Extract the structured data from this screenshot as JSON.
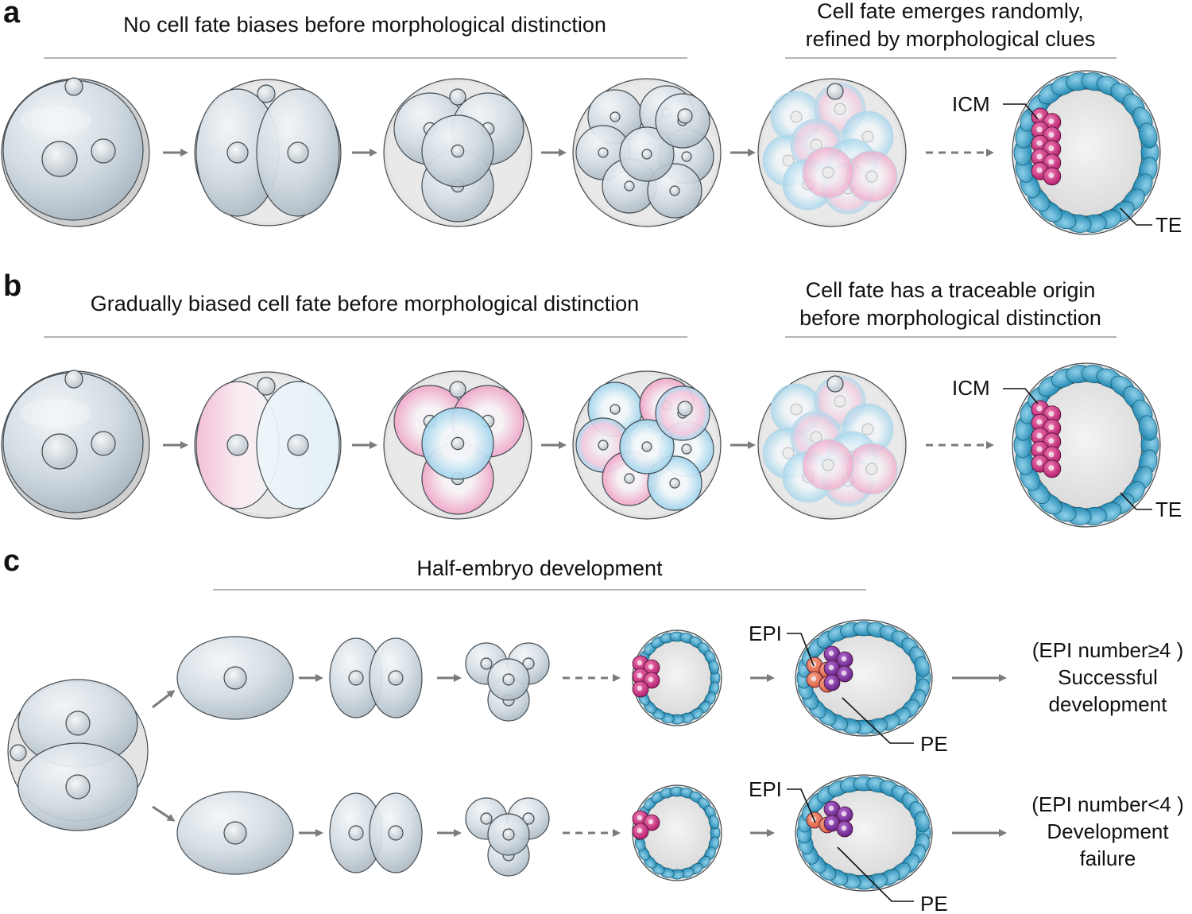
{
  "colors": {
    "cell_fill": "#cfd8df",
    "cell_stroke": "#444c52",
    "zona_fill": "#e2e2e2",
    "te_cell": "#2f9cc4",
    "icm_cell": "#d0287d",
    "epi_cell": "#e8765a",
    "pe_cell": "#7d2f9e",
    "pink_tint": "#f6c7dc",
    "blue_tint": "#bde2f1",
    "rule_line": "#b5b5b5",
    "arrow": "#7b7b7b"
  },
  "panels": {
    "a": {
      "letter": "a",
      "heading_left": "No cell fate biases before morphological distinction",
      "heading_right": [
        "Cell fate emerges randomly,",
        "refined by morphological clues"
      ],
      "icm_label": "ICM",
      "te_label": "TE"
    },
    "b": {
      "letter": "b",
      "heading_left": "Gradually biased cell fate before morphological distinction",
      "heading_right": [
        "Cell fate has a traceable origin",
        "before morphological distinction"
      ],
      "icm_label": "ICM",
      "te_label": "TE"
    },
    "c": {
      "letter": "c",
      "heading": "Half-embryo development",
      "top": {
        "epi_label": "EPI",
        "pe_label": "PE",
        "outcome": [
          "(EPI number≥4 )",
          "Successful",
          "development"
        ]
      },
      "bottom": {
        "epi_label": "EPI",
        "pe_label": "PE",
        "outcome": [
          "(EPI number<4 )",
          "Development",
          "failure"
        ]
      }
    }
  }
}
